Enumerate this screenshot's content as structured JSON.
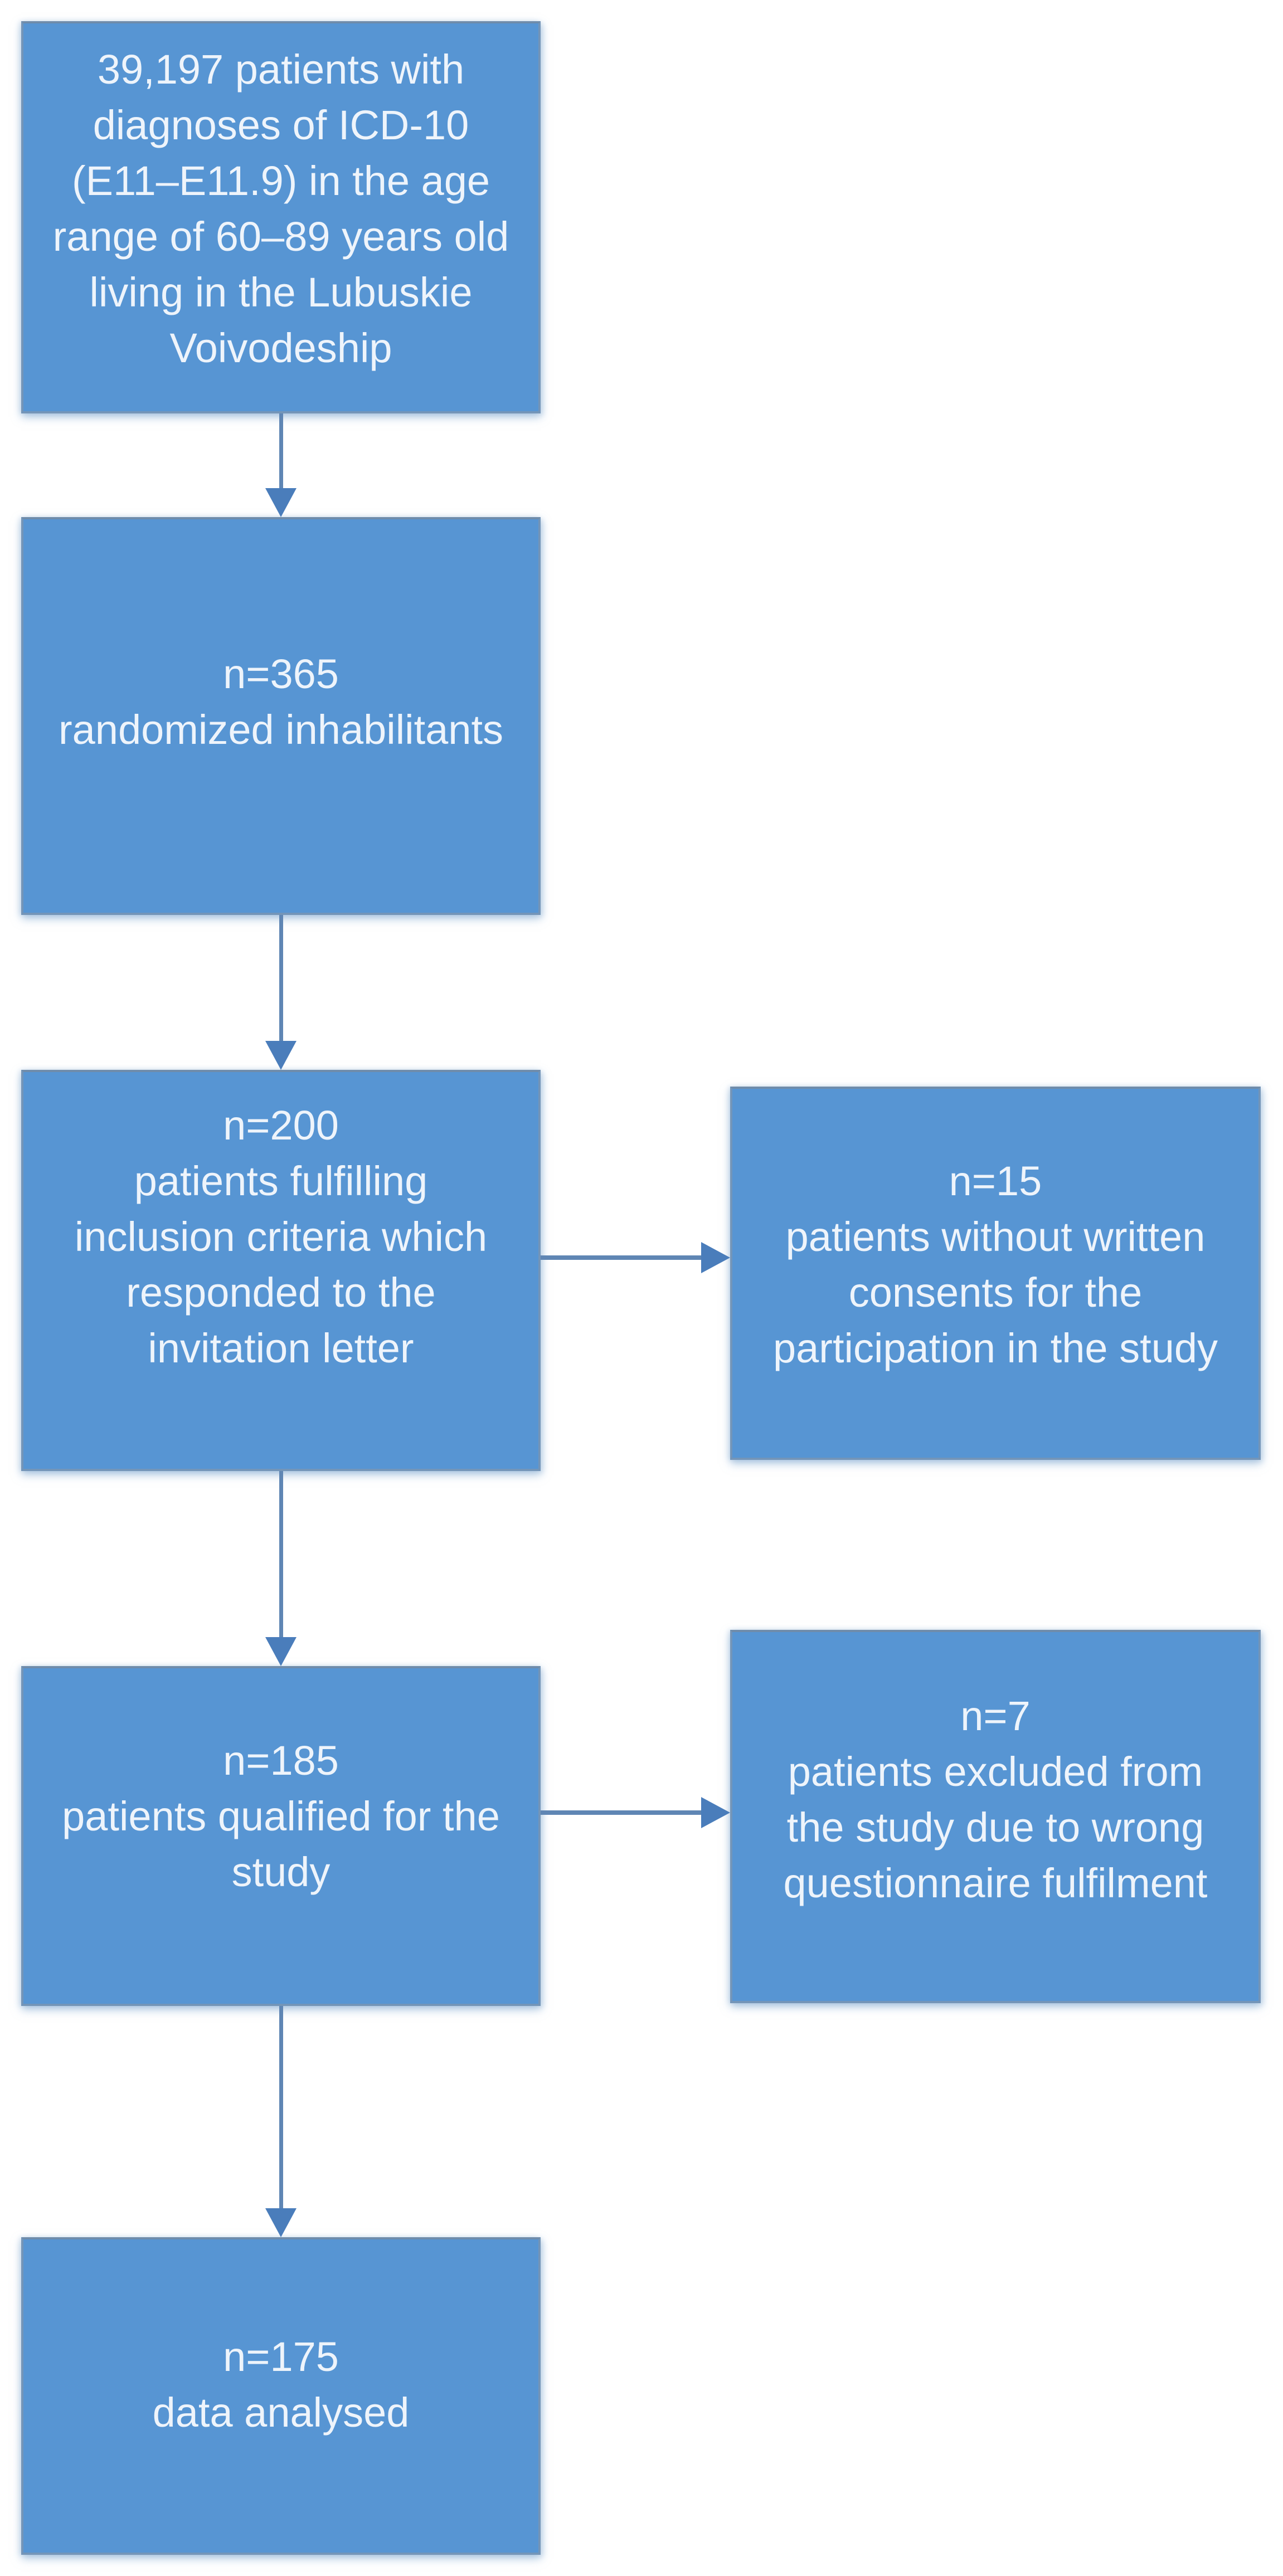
{
  "diagram": {
    "type": "flowchart",
    "subject": "study participant selection flow",
    "colors": {
      "background": "#ffffff",
      "box_fill": "#5795d3",
      "box_border": "#7495b8",
      "arrow_line": "#5f86b4",
      "arrow_head": "#4a7dbb",
      "text": "#eef4fb"
    },
    "nodes": {
      "population": {
        "n": "39,197",
        "text": "39,197 patients with\ndiagnoses of ICD-10\n(E11–E11.9) in the age\nrange of 60–89 years old\nliving in the Lubuskie\nVoivodeship"
      },
      "randomized": {
        "n": "365",
        "text": "n=365\nrandomized inhabilitants"
      },
      "responded": {
        "n": "200",
        "text": "n=200\npatients fulfilling\ninclusion criteria which\nresponded to the\ninvitation letter"
      },
      "no_consent": {
        "n": "15",
        "text": "n=15\npatients without written\nconsents for the\nparticipation in the study"
      },
      "qualified": {
        "n": "185",
        "text": "n=185\npatients qualified for the\nstudy"
      },
      "excluded": {
        "n": "7",
        "text": "n=7\npatients excluded from\nthe study due to wrong\nquestionnaire fulfilment"
      },
      "analysed": {
        "n": "175",
        "text": "n=175\ndata analysed"
      }
    },
    "edges": [
      {
        "from": "population",
        "to": "randomized",
        "direction": "down"
      },
      {
        "from": "randomized",
        "to": "responded",
        "direction": "down"
      },
      {
        "from": "responded",
        "to": "no_consent",
        "direction": "right"
      },
      {
        "from": "responded",
        "to": "qualified",
        "direction": "down"
      },
      {
        "from": "qualified",
        "to": "excluded",
        "direction": "right"
      },
      {
        "from": "qualified",
        "to": "analysed",
        "direction": "down"
      }
    ]
  }
}
